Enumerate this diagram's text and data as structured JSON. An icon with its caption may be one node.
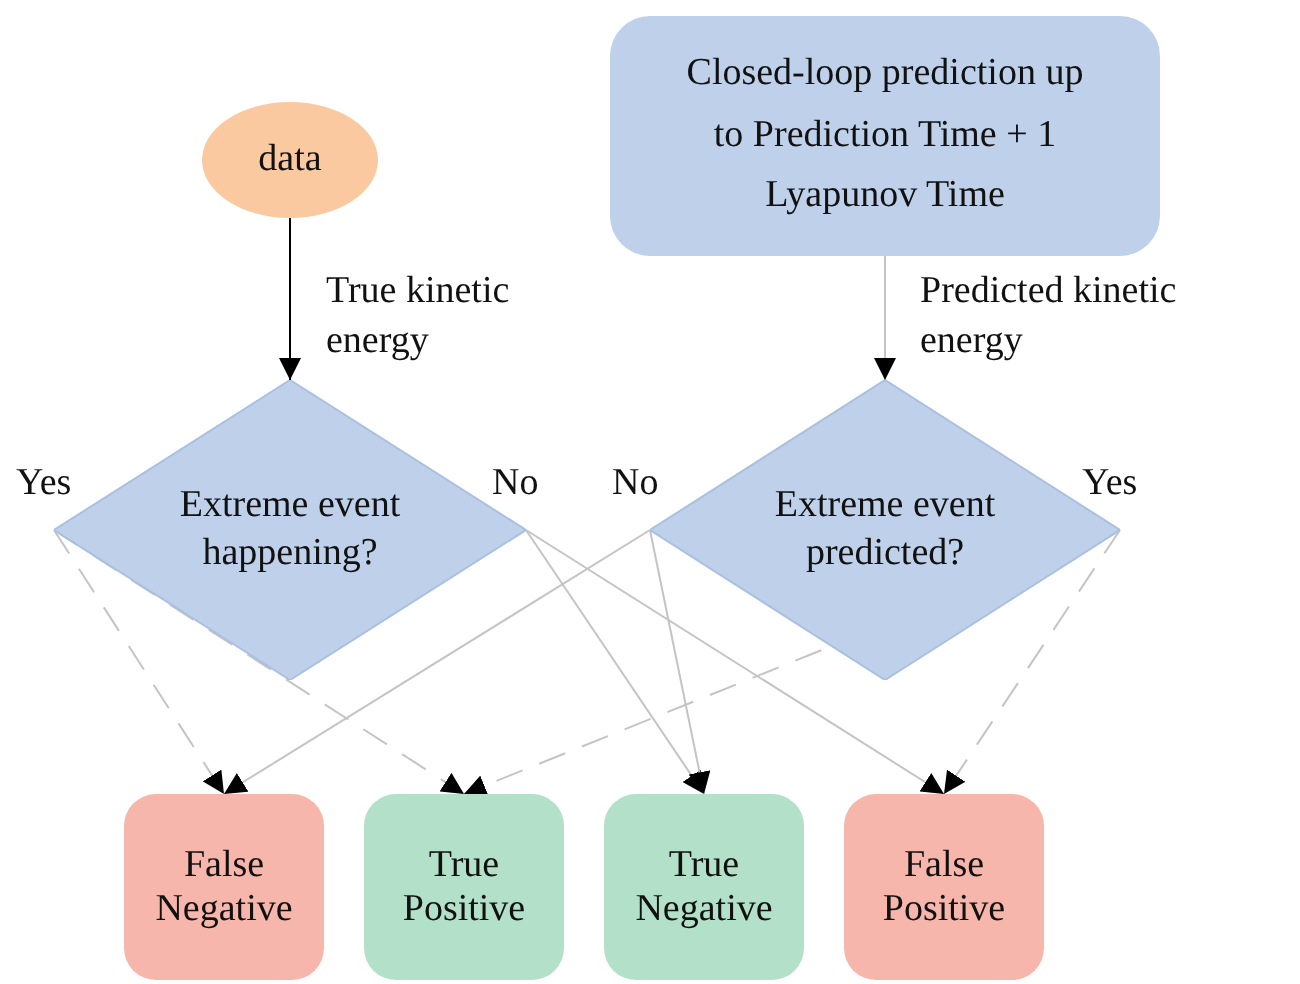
{
  "diagram": {
    "nodes": [
      {
        "text": [
          "data"
        ]
      },
      {
        "text": [
          "Closed-loop prediction up to Prediction Time + 1 Lyapunov Time"
        ]
      },
      {
        "text": [
          "Extreme event happening?"
        ]
      },
      {
        "text": [
          "Extreme event predicted?"
        ]
      },
      {
        "text": [
          "False Negative"
        ]
      },
      {
        "text": [
          "True Positive"
        ]
      },
      {
        "text": [
          "True Negative"
        ]
      },
      {
        "text": [
          "False Positive"
        ]
      }
    ],
    "edges": [
      {
        "from": 0,
        "to": 2,
        "arrow": "to",
        "label": "True kinetic energy",
        "color": "#000000"
      },
      {
        "from": 1,
        "to": 3,
        "arrow": "to",
        "label": "Predicted kinetic energy"
      },
      {
        "from": 2,
        "to": 4,
        "arrow": "to",
        "style": "dashed"
      },
      {
        "from": 2,
        "to": 5,
        "arrow": "to",
        "style": "dashed"
      },
      {
        "from": 2,
        "to": 6,
        "arrow": "to"
      },
      {
        "from": 2,
        "to": 7,
        "arrow": "to"
      },
      {
        "from": 3,
        "to": 4,
        "arrow": "to"
      },
      {
        "from": 3,
        "to": 6,
        "arrow": "to"
      },
      {
        "from": 3,
        "to": 5,
        "arrow": "to",
        "style": "dashed"
      },
      {
        "from": 3,
        "to": 7,
        "arrow": "to",
        "style": "dashed"
      }
    ],
    "labels": [
      "Yes",
      "No",
      "No",
      "Yes"
    ]
  }
}
